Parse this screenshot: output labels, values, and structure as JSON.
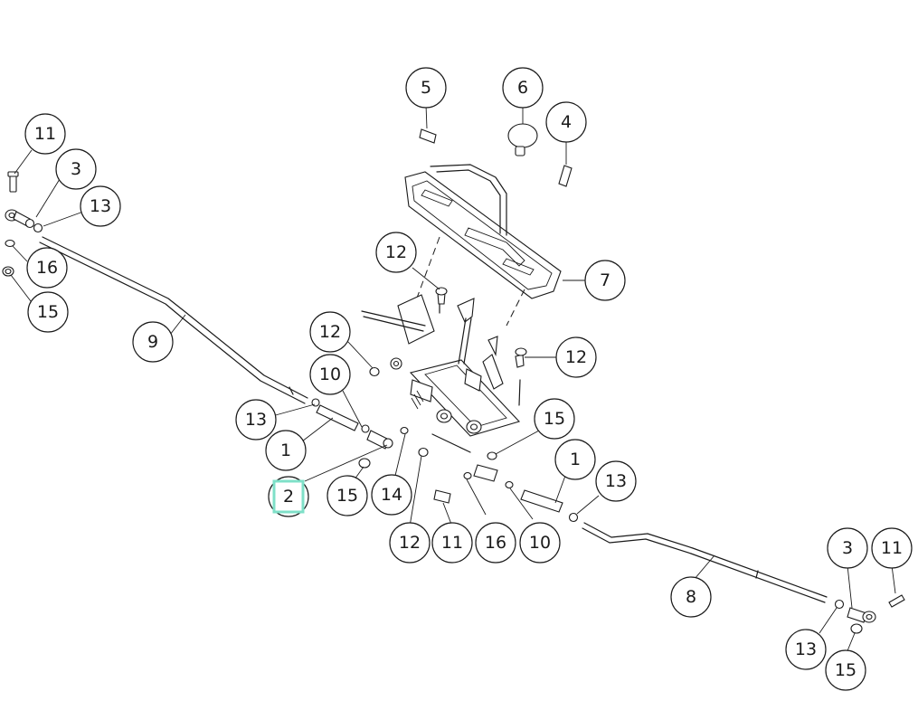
{
  "callouts": [
    {
      "id": "c-5",
      "label": "5"
    },
    {
      "id": "c-6",
      "label": "6"
    },
    {
      "id": "c-4",
      "label": "4"
    },
    {
      "id": "c-7",
      "label": "7"
    },
    {
      "id": "c-11a",
      "label": "11"
    },
    {
      "id": "c-3a",
      "label": "3"
    },
    {
      "id": "c-13a",
      "label": "13"
    },
    {
      "id": "c-16a",
      "label": "16"
    },
    {
      "id": "c-15a",
      "label": "15"
    },
    {
      "id": "c-9",
      "label": "9"
    },
    {
      "id": "c-12a",
      "label": "12"
    },
    {
      "id": "c-12b",
      "label": "12"
    },
    {
      "id": "c-12c",
      "label": "12"
    },
    {
      "id": "c-10a",
      "label": "10"
    },
    {
      "id": "c-13b",
      "label": "13"
    },
    {
      "id": "c-1a",
      "label": "1"
    },
    {
      "id": "c-2",
      "label": "2"
    },
    {
      "id": "c-15b",
      "label": "15"
    },
    {
      "id": "c-14",
      "label": "14"
    },
    {
      "id": "c-12d",
      "label": "12"
    },
    {
      "id": "c-11b",
      "label": "11"
    },
    {
      "id": "c-16b",
      "label": "16"
    },
    {
      "id": "c-10b",
      "label": "10"
    },
    {
      "id": "c-15c",
      "label": "15"
    },
    {
      "id": "c-1b",
      "label": "1"
    },
    {
      "id": "c-13c",
      "label": "13"
    },
    {
      "id": "c-8",
      "label": "8"
    },
    {
      "id": "c-3b",
      "label": "3"
    },
    {
      "id": "c-11c",
      "label": "11"
    },
    {
      "id": "c-13d",
      "label": "13"
    },
    {
      "id": "c-15d",
      "label": "15"
    }
  ],
  "colors": {
    "ink": "#1a1a1a",
    "highlight": "#7fe0c8",
    "background": "#ffffff"
  }
}
